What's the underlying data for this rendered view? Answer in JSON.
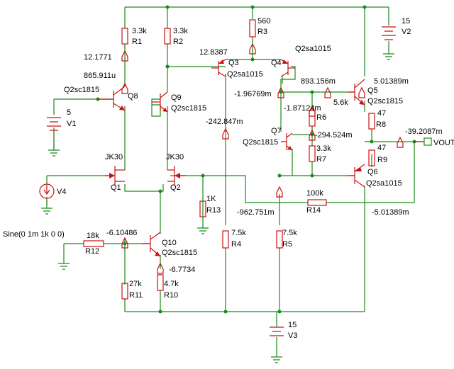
{
  "components": {
    "V1": {
      "name": "V1",
      "value": "5"
    },
    "V2": {
      "name": "V2",
      "value": "15"
    },
    "V3": {
      "name": "V3",
      "value": "15"
    },
    "V4": {
      "name": "V4",
      "value": "Sine(0 1m 1k 0 0)"
    },
    "R1": {
      "name": "R1",
      "value": "3.3k"
    },
    "R2": {
      "name": "R2",
      "value": "3.3k"
    },
    "R3": {
      "name": "R3",
      "value": "560"
    },
    "R4": {
      "name": "R4",
      "value": "7.5k"
    },
    "R5": {
      "name": "R5",
      "value": "7.5k"
    },
    "R6": {
      "name": "R6",
      "value": "5.6k"
    },
    "R7": {
      "name": "R7",
      "value": "3.3k"
    },
    "R8": {
      "name": "R8",
      "value": "47"
    },
    "R9": {
      "name": "R9",
      "value": "47"
    },
    "R10": {
      "name": "R10",
      "value": "4.7k"
    },
    "R11": {
      "name": "R11",
      "value": "27k"
    },
    "R12": {
      "name": "R12",
      "value": "18k"
    },
    "R13": {
      "name": "R13",
      "value": "1K"
    },
    "R14": {
      "name": "R14",
      "value": "100k"
    },
    "Q1": {
      "name": "Q1",
      "model": "JK30"
    },
    "Q2": {
      "name": "Q2",
      "model": "JK30"
    },
    "Q3": {
      "name": "Q3",
      "model": "Q2sa1015"
    },
    "Q4": {
      "name": "Q4",
      "model": "Q2sa1015"
    },
    "Q5": {
      "name": "Q5",
      "model": "Q2sc1815"
    },
    "Q6": {
      "name": "Q6",
      "model": "Q2sa1015"
    },
    "Q7": {
      "name": "Q7",
      "model": "Q2sc1815"
    },
    "Q8": {
      "name": "Q8",
      "model": "Q2sc1815"
    },
    "Q9": {
      "name": "Q9",
      "model": "Q2sc1815"
    },
    "Q10": {
      "name": "Q10",
      "model": "Q2sc1815"
    }
  },
  "probes": {
    "p1": "12.1771",
    "p2": "865.911u",
    "p3": "12.8387",
    "p4": "893.156m",
    "p5": "5.01389m",
    "p6": "-1.96769m",
    "p7": "-1.87124m",
    "p8": "-294.524m",
    "p9": "-242.847m",
    "p10": "-39.2087m",
    "p11": "-962.751m",
    "p12": "-5.01389m",
    "p13": "-6.10486",
    "p14": "-6.7734"
  },
  "output_label": "VOUT",
  "colors": {
    "wire": "#1a8a1a",
    "component": "#cc1111",
    "text": "#000000",
    "background": "#ffffff"
  }
}
